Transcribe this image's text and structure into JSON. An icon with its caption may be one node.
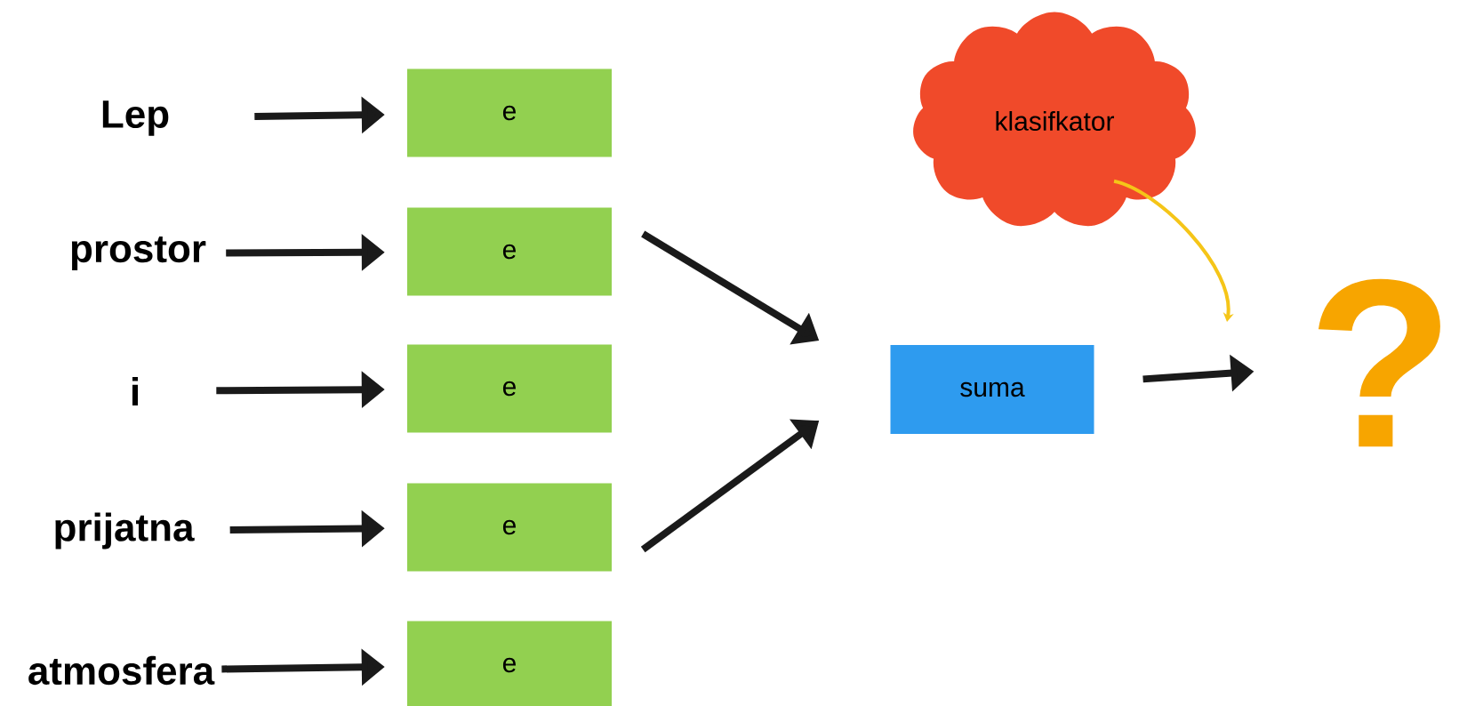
{
  "diagram": {
    "nodes": [
      {
        "text": [
          "Lep"
        ]
      },
      {
        "text": [
          "prostor"
        ]
      },
      {
        "text": [
          "i"
        ]
      },
      {
        "text": [
          "prijatna"
        ]
      },
      {
        "text": [
          "atmosfera"
        ]
      },
      {
        "text": [
          "e"
        ]
      },
      {
        "text": [
          "e"
        ]
      },
      {
        "text": [
          "e"
        ]
      },
      {
        "text": [
          "e"
        ]
      },
      {
        "text": [
          "e"
        ]
      },
      {
        "text": [
          "suma"
        ]
      },
      {
        "text": [
          "klasifkator"
        ]
      },
      {
        "text": [
          "?"
        ]
      }
    ],
    "edges": [
      {
        "from": 0,
        "to": 5,
        "arrow": "to"
      },
      {
        "from": 1,
        "to": 6,
        "arrow": "to"
      },
      {
        "from": 2,
        "to": 7,
        "arrow": "to"
      },
      {
        "from": 3,
        "to": 8,
        "arrow": "to"
      },
      {
        "from": 4,
        "to": 9,
        "arrow": "to"
      },
      {
        "from": 6,
        "to": 10,
        "arrow": "to"
      },
      {
        "from": 8,
        "to": 10,
        "arrow": "to"
      },
      {
        "from": 10,
        "to": 12,
        "arrow": "to"
      },
      {
        "from": 11,
        "to": null,
        "arrow": "to",
        "color": "#f5c518"
      }
    ]
  }
}
